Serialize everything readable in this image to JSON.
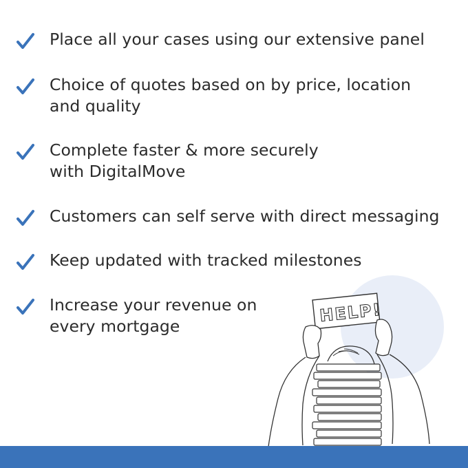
{
  "accent_color": "#3a73ba",
  "check_icon": "check-icon",
  "features": [
    {
      "lines": [
        "Place all your cases using our extensive panel"
      ]
    },
    {
      "lines": [
        "Choice of quotes based on by price, location",
        "and quality"
      ]
    },
    {
      "lines": [
        "Complete faster & more securely",
        "with DigitalMove"
      ]
    },
    {
      "lines": [
        "Customers can self serve with direct messaging"
      ]
    },
    {
      "lines": [
        "Keep updated with tracked milestones"
      ]
    },
    {
      "lines": [
        "Increase your revenue on",
        "every mortgage"
      ]
    }
  ],
  "illustration": {
    "sign_text": "HELP!"
  }
}
